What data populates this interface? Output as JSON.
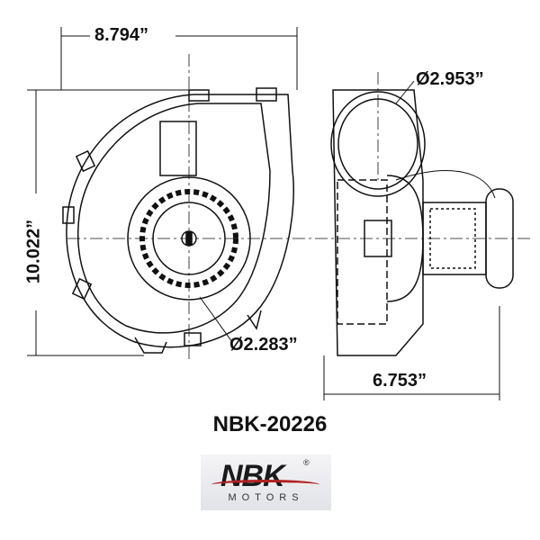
{
  "dimensions": {
    "width": "8.794”",
    "height": "10.022”",
    "outlet_diameter": "Ø2.953”",
    "wheel_diameter": "Ø2.283”",
    "depth": "6.753”"
  },
  "model": "NBK-20226",
  "logo": {
    "brand": "NBK",
    "sub": "MOTORS",
    "mark": "®",
    "accent": "#b32020"
  }
}
